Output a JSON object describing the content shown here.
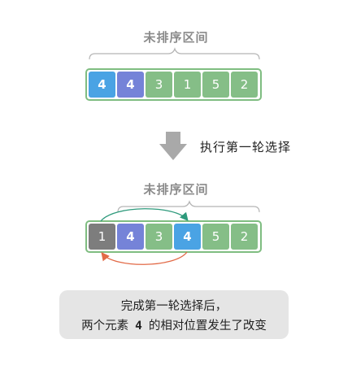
{
  "top": {
    "label": "未排序区间",
    "cells": [
      {
        "value": "4",
        "color": "#4aa3e4",
        "bold": true
      },
      {
        "value": "4",
        "color": "#7583d8",
        "bold": true
      },
      {
        "value": "3",
        "color": "#85be87",
        "bold": false
      },
      {
        "value": "1",
        "color": "#85be87",
        "bold": false
      },
      {
        "value": "5",
        "color": "#85be87",
        "bold": false
      },
      {
        "value": "2",
        "color": "#85be87",
        "bold": false
      }
    ]
  },
  "step": {
    "text": "执行第一轮选择"
  },
  "bottom": {
    "label": "未排序区间",
    "cells": [
      {
        "value": "1",
        "color": "#7d7d7d",
        "bold": false
      },
      {
        "value": "4",
        "color": "#7583d8",
        "bold": true
      },
      {
        "value": "3",
        "color": "#85be87",
        "bold": false
      },
      {
        "value": "4",
        "color": "#4aa3e4",
        "bold": true
      },
      {
        "value": "5",
        "color": "#85be87",
        "bold": false
      },
      {
        "value": "2",
        "color": "#85be87",
        "bold": false
      }
    ]
  },
  "note": {
    "line1": "完成第一轮选择后，",
    "line2_prefix": "两个元素",
    "line2_num": "4",
    "line2_suffix": "的相对位置发生了改变"
  },
  "colors": {
    "swap_top_arc": "#2e9a7c",
    "swap_bottom_arc": "#e26a47",
    "arrow": "#a9a9a9",
    "border": "#7fbd81"
  }
}
